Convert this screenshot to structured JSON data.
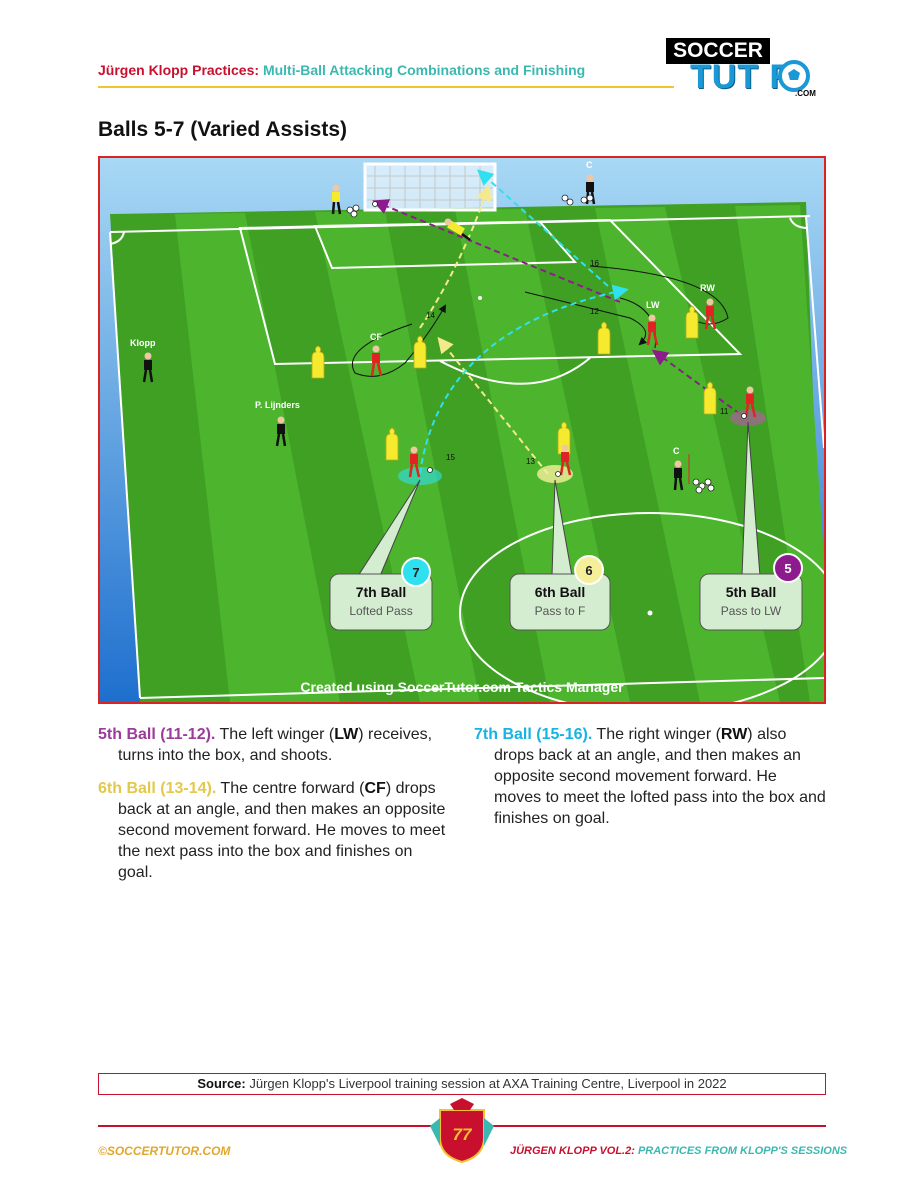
{
  "header": {
    "title_red": "Jürgen Klopp Practices:",
    "title_teal": "Multi-Ball Attacking Combinations and Finishing",
    "logo_top": "SOCCER",
    "logo_bottom": "TUT   R",
    "logo_com": ".COM"
  },
  "page_title": "Balls 5-7 (Varied Assists)",
  "diagram": {
    "watermark": "Created using SoccerTutor.com Tactics Manager",
    "player_labels": {
      "klopp": "Klopp",
      "lijnders": "P. Lijnders",
      "cf": "CF",
      "lw": "LW",
      "rw": "RW",
      "coach1": "C",
      "coach2": "C"
    },
    "numbers": [
      "11",
      "12",
      "13",
      "14",
      "15",
      "16"
    ],
    "callouts": [
      {
        "badge": "7",
        "title": "7th Ball",
        "subtitle": "Lofted Pass",
        "color": "#2fe0ef"
      },
      {
        "badge": "6",
        "title": "6th Ball",
        "subtitle": "Pass to F",
        "color": "#f6ef9a"
      },
      {
        "badge": "5",
        "title": "5th Ball",
        "subtitle": "Pass to LW",
        "color": "#8e1b8e"
      }
    ]
  },
  "text": {
    "p5_label": "5th Ball (11-12).",
    "p5_a": " The left winger (",
    "p5_b": "LW",
    "p5_c": ") receives, turns into the box, and shoots.",
    "p6_label": "6th Ball (13-14).",
    "p6_a": " The centre forward (",
    "p6_b": "CF",
    "p6_c": ") drops back at an angle, and then makes an opposite second movement forward. He moves to meet the next pass into the box and finishes on goal.",
    "p7_label": "7th Ball (15-16).",
    "p7_a": " The right winger (",
    "p7_b": "RW",
    "p7_c": ") also drops back at an angle, and then makes an opposite second movement forward. He moves to meet the lofted pass into the box and finishes on goal."
  },
  "source": {
    "label": "Source:",
    "text": " Jürgen Klopp's Liverpool training session at AXA Training Centre, Liverpool in 2022"
  },
  "footer": {
    "left": "©SOCCERTUTOR.COM",
    "page_number": "77",
    "right_red": "JÜRGEN KLOPP VOL.2:",
    "right_teal": " PRACTICES FROM KLOPP'S SESSIONS"
  },
  "colors": {
    "red": "#c8102e",
    "teal": "#3bb8b0",
    "purple": "#9b3c9b",
    "yellow": "#e2c94e",
    "cyan": "#17b3e3"
  }
}
